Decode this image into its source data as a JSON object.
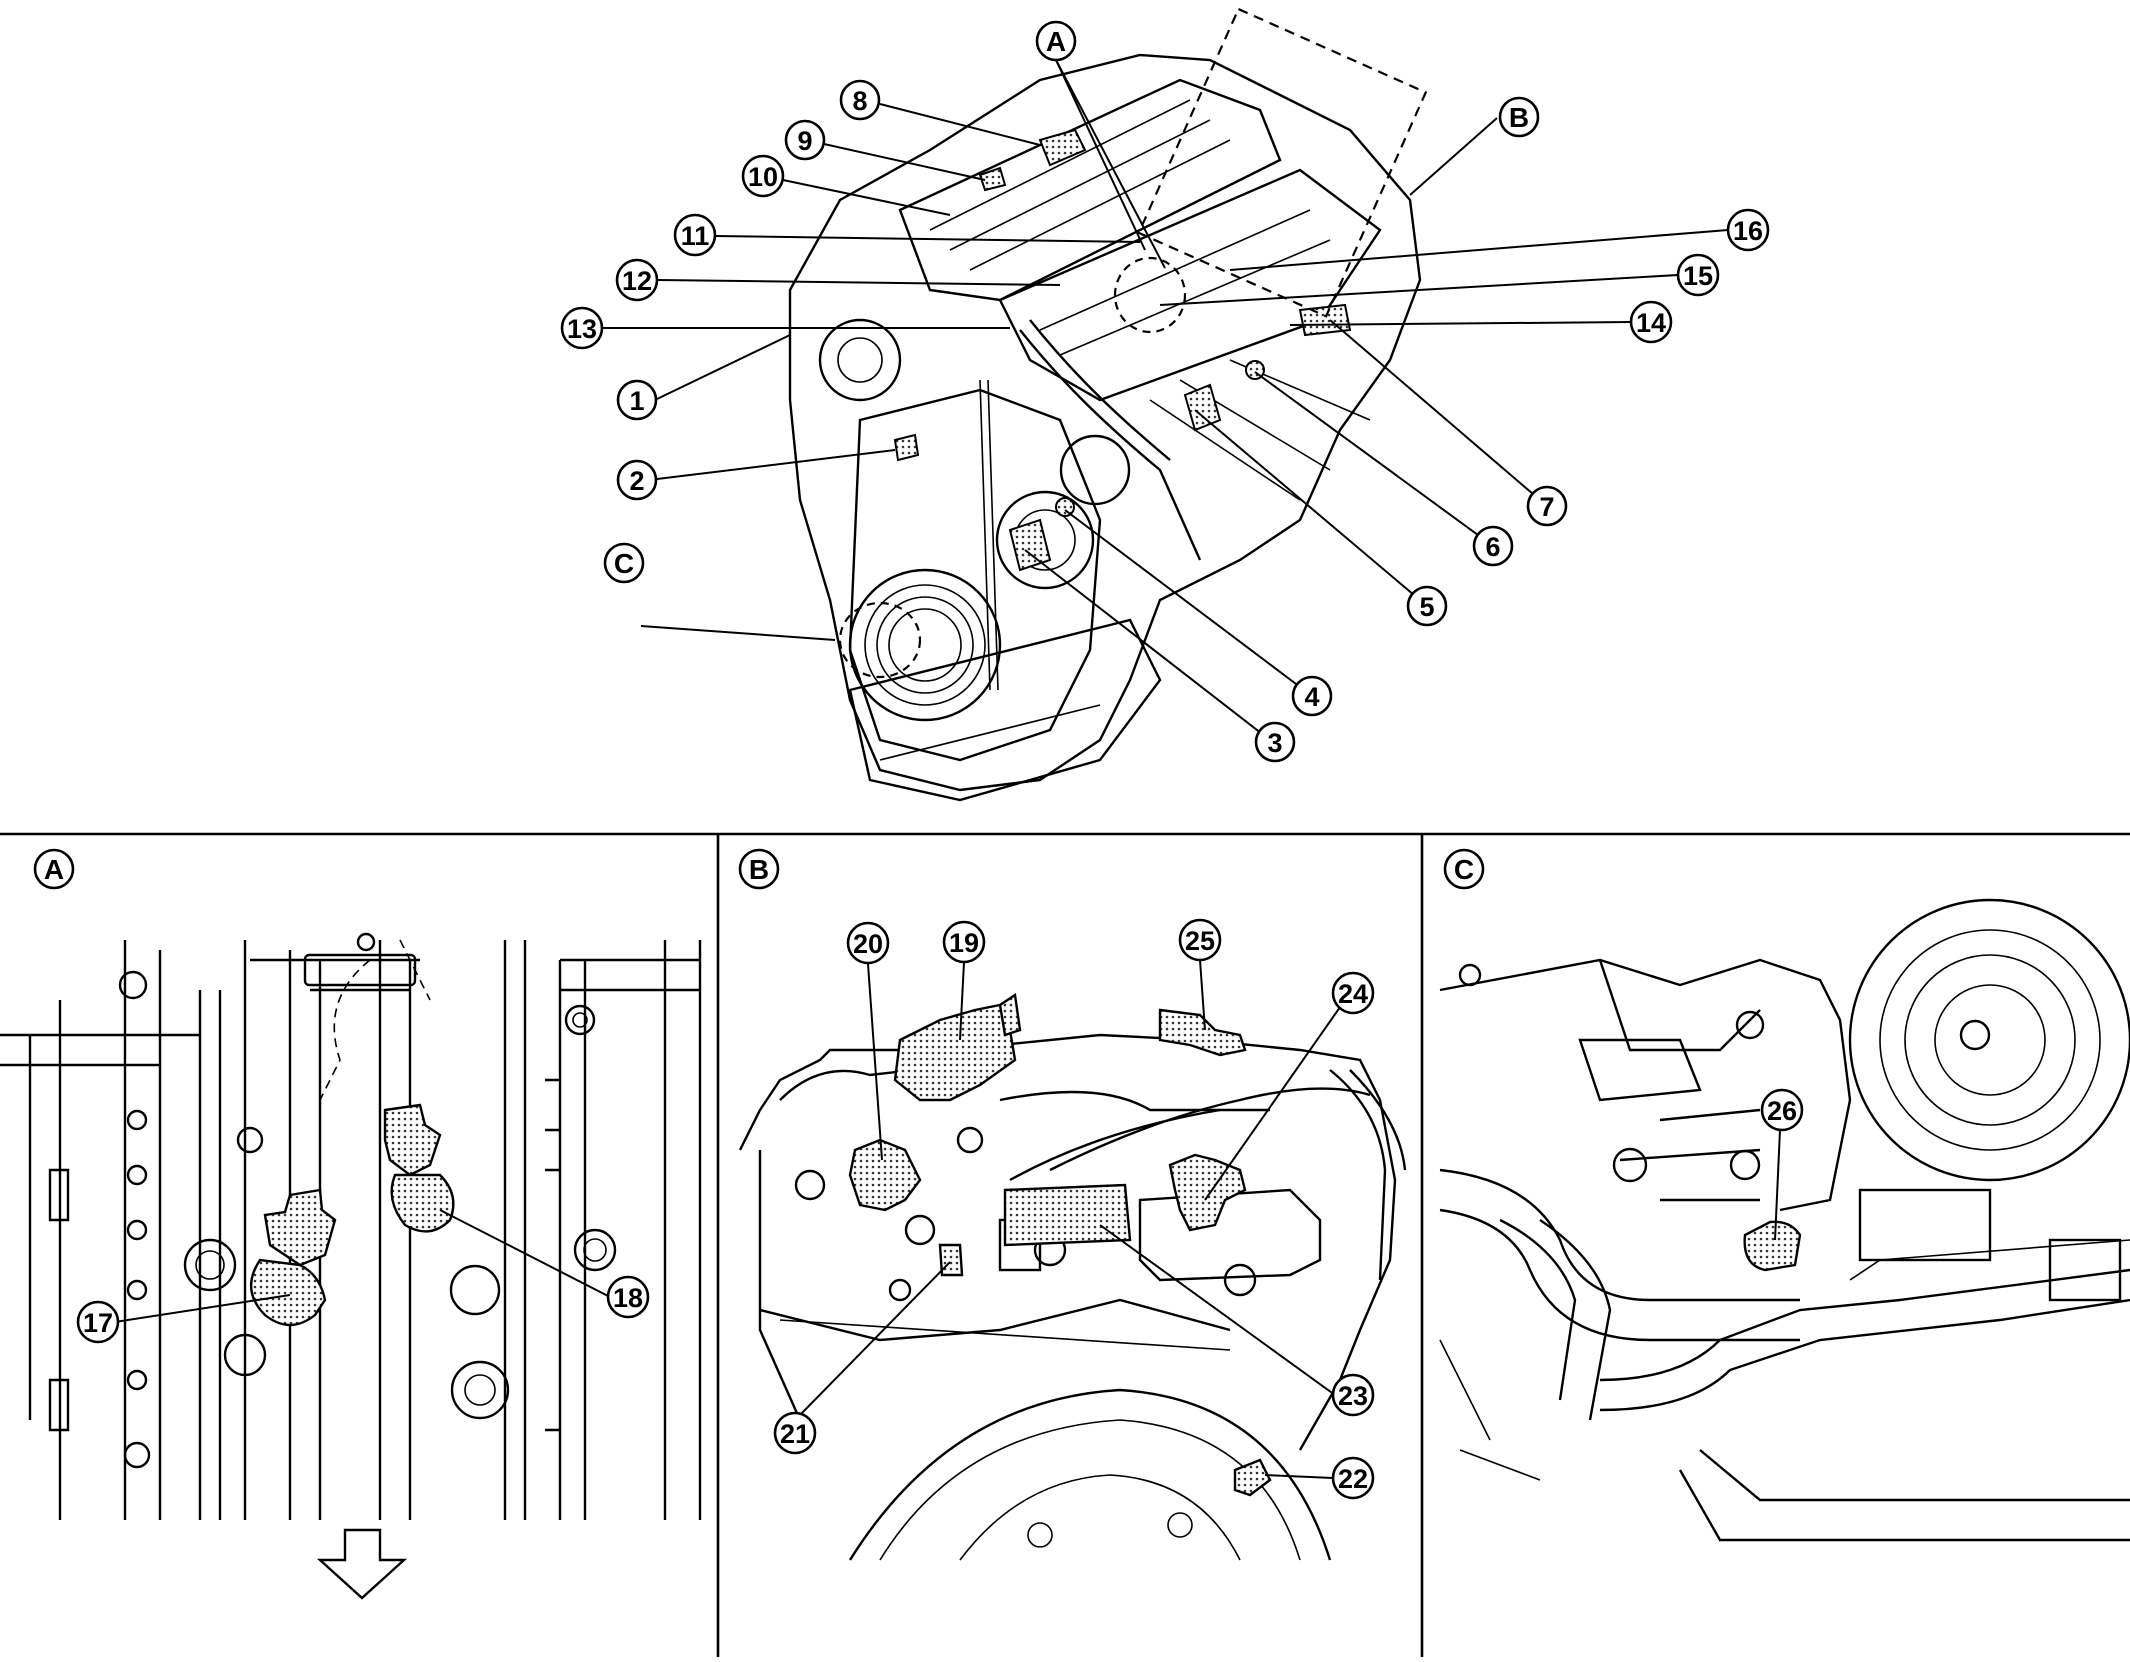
{
  "main_view": {
    "letters": [
      "A",
      "B",
      "C"
    ],
    "callouts": [
      "1",
      "2",
      "3",
      "4",
      "5",
      "6",
      "7",
      "8",
      "9",
      "10",
      "11",
      "12",
      "13",
      "14",
      "15",
      "16"
    ]
  },
  "panel_a": {
    "letter": "A",
    "callouts": [
      "17",
      "18"
    ]
  },
  "panel_b": {
    "letter": "B",
    "callouts": [
      "19",
      "20",
      "21",
      "22",
      "23",
      "24",
      "25"
    ]
  },
  "panel_c": {
    "letter": "C",
    "callouts": [
      "26"
    ]
  }
}
